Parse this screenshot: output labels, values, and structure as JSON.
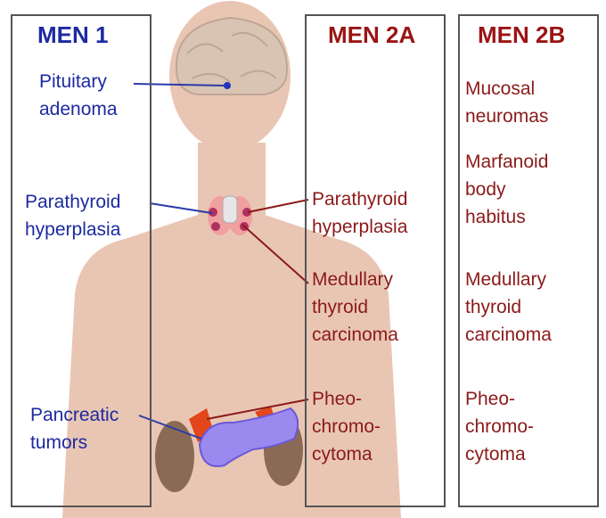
{
  "panels": {
    "men1": {
      "title": "MEN 1",
      "labels": {
        "pituitary": [
          "Pituitary",
          "adenoma"
        ],
        "parathyroid": [
          "Parathyroid",
          "hyperplasia"
        ],
        "pancreatic": [
          "Pancreatic",
          "tumors"
        ]
      }
    },
    "men2a": {
      "title": "MEN 2A",
      "labels": {
        "parathyroid": [
          "Parathyroid",
          "hyperplasia"
        ],
        "medullary": [
          "Medullary",
          "thyroid",
          "carcinoma"
        ],
        "pheo": [
          "Pheo-",
          "chromo-",
          "cytoma"
        ]
      }
    },
    "men2b": {
      "title": "MEN 2B",
      "labels": {
        "mucosal": [
          "Mucosal",
          "neuromas"
        ],
        "marfanoid": [
          "Marfanoid",
          "body",
          "habitus"
        ],
        "medullary": [
          "Medullary",
          "thyroid",
          "carcinoma"
        ],
        "pheo": [
          "Pheo-",
          "chromo-",
          "cytoma"
        ]
      }
    }
  },
  "colors": {
    "men1_text": "#1c2aa0",
    "men2_text": "#8b1a1a",
    "skin": "#e8c4b0",
    "panel_border": "#555555"
  }
}
